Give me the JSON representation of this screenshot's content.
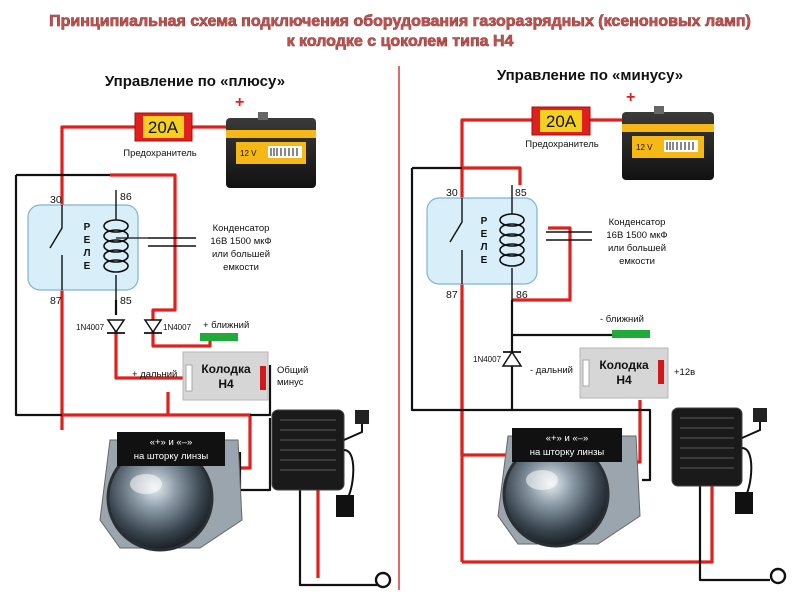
{
  "title_line1": "Принципиальная схема подключения оборудования газоразрядных (ксеноновых ламп)",
  "title_line2": "к колодке с цоколем типа Н4",
  "left": {
    "heading": "Управление по «плюсу»",
    "fuse": "20A",
    "fuse_label": "Предохранитель",
    "battery_label": "12 V",
    "relay_letters": [
      "Р",
      "Е",
      "Л",
      "Е"
    ],
    "pins": {
      "p30": "30",
      "p86": "86",
      "p87": "87",
      "p85": "85"
    },
    "capacitor": [
      "Конденсатор",
      "16В 1500 мкФ",
      "или большей",
      "емкости"
    ],
    "diode1": "1N4007",
    "diode2": "1N4007",
    "near_beam": "+ ближний",
    "high_beam": "+ дальний",
    "connector": [
      "Колодка",
      "Н4"
    ],
    "common": [
      "Общий",
      "минус"
    ],
    "shutter": [
      "«+» и «–»",
      "на шторку линзы"
    ]
  },
  "right": {
    "heading": "Управление по «минусу»",
    "fuse": "20A",
    "fuse_label": "Предохранитель",
    "battery_label": "12 V",
    "relay_letters": [
      "Р",
      "Е",
      "Л",
      "Е"
    ],
    "pins": {
      "p30": "30",
      "p85": "85",
      "p87": "87",
      "p86": "86"
    },
    "capacitor": [
      "Конденсатор",
      "16В 1500 мкФ",
      "или большей",
      "емкости"
    ],
    "diode": "1N4007",
    "near_beam": "- ближний",
    "high_beam": "- дальний",
    "connector": [
      "Колодка",
      "Н4"
    ],
    "plus12": "+12в",
    "shutter": [
      "«+» и «–»",
      "на шторку линзы"
    ]
  },
  "colors": {
    "wire_red": "#e0201c",
    "wire_black": "#111111",
    "relay_fill": "#d8eef8",
    "divider": "#e06a6a"
  }
}
